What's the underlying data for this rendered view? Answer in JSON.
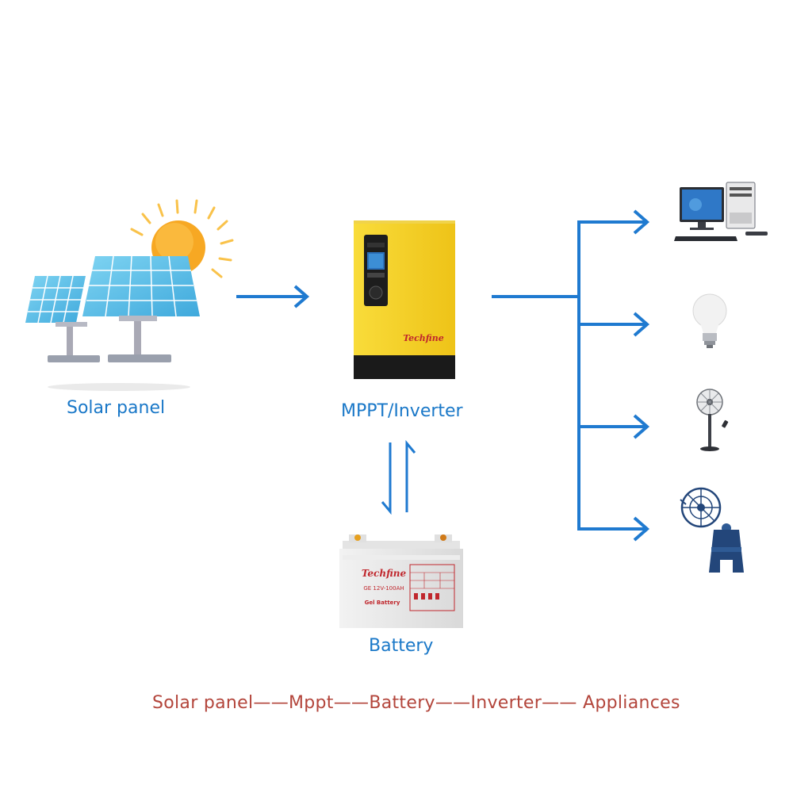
{
  "colors": {
    "label_blue": "#1a78c8",
    "arrow_blue": "#1f7ad0",
    "caption_red": "#b3453b",
    "inverter_yellow": "#f5cf1e",
    "inverter_dark": "#1a1a1a",
    "panel_blue": "#5cc0e8",
    "sun_orange": "#f7a823"
  },
  "nodes": {
    "solar_panel": {
      "label": "Solar panel"
    },
    "inverter": {
      "label": "MPPT/Inverter",
      "brand": "Techfine"
    },
    "battery": {
      "label": "Battery",
      "brand": "Techfine",
      "model": "GE 12V-100AH",
      "type": "Gel Battery"
    }
  },
  "appliances": [
    "desktop-computer",
    "light-bulb",
    "standing-fan",
    "radar-antenna"
  ],
  "caption": "Solar panel——Mppt——Battery——Inverter—— Appliances"
}
